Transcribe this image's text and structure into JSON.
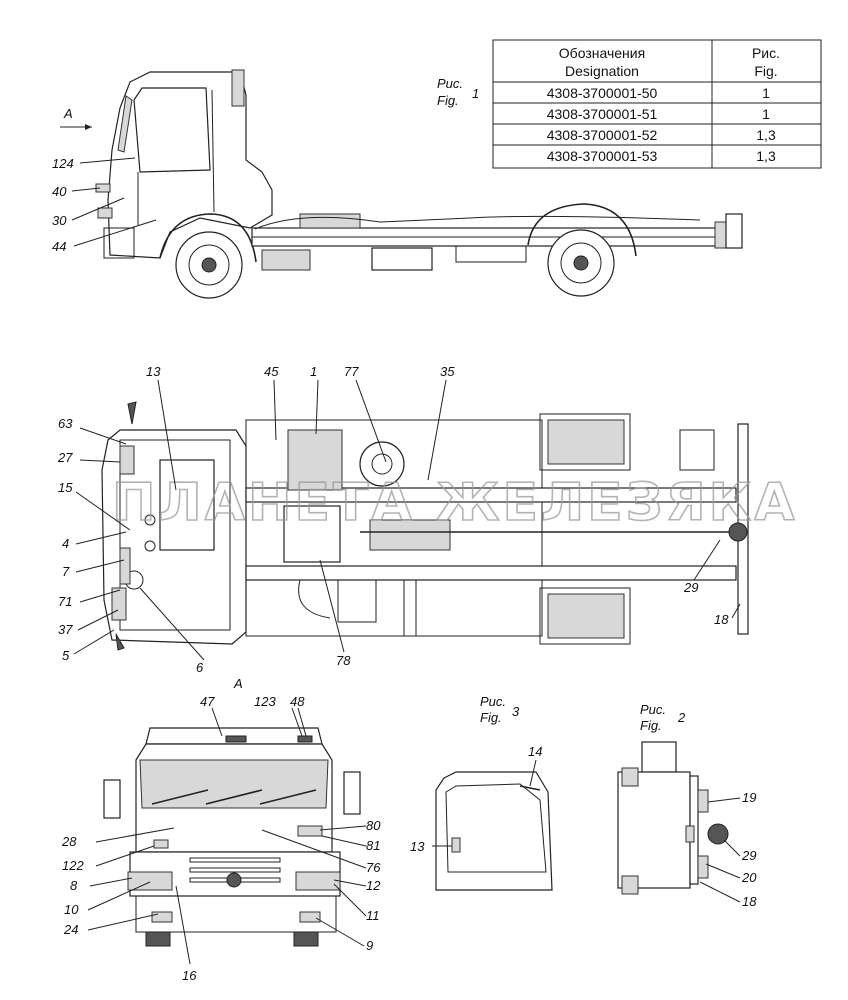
{
  "table": {
    "header_ru": "Обозначения",
    "header_en": "Designation",
    "header_fig_ru": "Рис.",
    "header_fig_en": "Fig.",
    "rows": [
      {
        "designation": "4308-3700001-50",
        "fig": "1"
      },
      {
        "designation": "4308-3700001-51",
        "fig": "1"
      },
      {
        "designation": "4308-3700001-52",
        "fig": "1,3"
      },
      {
        "designation": "4308-3700001-53",
        "fig": "1,3"
      }
    ]
  },
  "watermark": "ПЛАНЕТА ЖЕЛЕЗЯКА",
  "captions": {
    "fig1": {
      "ru": "Рис.",
      "en": "Fig.",
      "num": "1"
    },
    "fig2": {
      "ru": "Рис.",
      "en": "Fig.",
      "num": "2"
    },
    "fig3": {
      "ru": "Рис.",
      "en": "Fig.",
      "num": "3"
    },
    "view_a_top": "A",
    "view_a_front": "A"
  },
  "side_view": {
    "callouts": [
      "124",
      "40",
      "30",
      "44"
    ]
  },
  "top_view": {
    "callouts": [
      "13",
      "45",
      "1",
      "77",
      "35",
      "63",
      "27",
      "15",
      "4",
      "7",
      "71",
      "37",
      "5",
      "6",
      "78",
      "29",
      "18"
    ]
  },
  "front_view": {
    "callouts": [
      "47",
      "123",
      "48",
      "28",
      "122",
      "8",
      "10",
      "24",
      "16",
      "80",
      "81",
      "76",
      "12",
      "11",
      "9"
    ]
  },
  "fig3_view": {
    "callouts": [
      "14",
      "13"
    ]
  },
  "fig2_view": {
    "callouts": [
      "19",
      "29",
      "20",
      "18"
    ]
  }
}
